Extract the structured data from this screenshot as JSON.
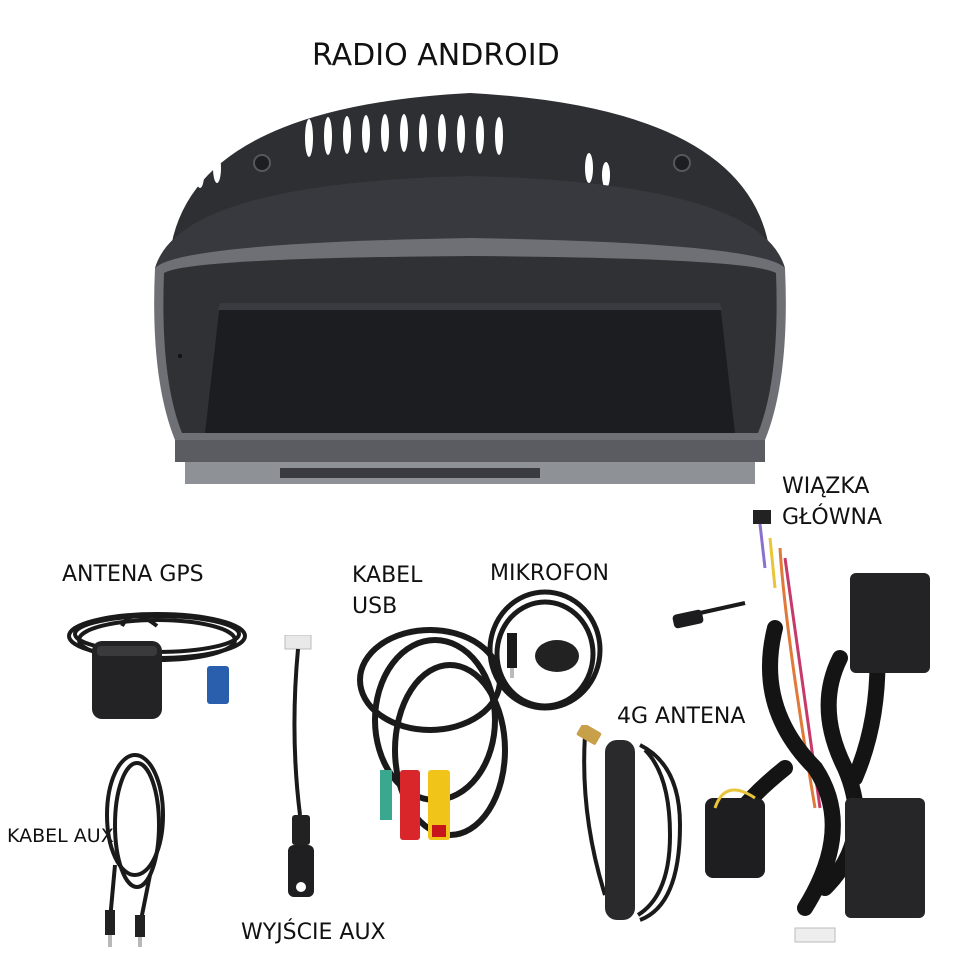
{
  "title": "RADIO ANDROID",
  "components": {
    "head_unit": {
      "label": "RADIO ANDROID"
    },
    "gps_antenna": {
      "label": "ANTENA GPS"
    },
    "usb_cable": {
      "label_line1": "KABEL",
      "label_line2": "USB"
    },
    "microphone": {
      "label": "MIKROFON"
    },
    "main_harness": {
      "label_line1": "WIĄZKA",
      "label_line2": "GŁÓWNA"
    },
    "aux_cable": {
      "label": "KABEL AUX"
    },
    "aux_output": {
      "label": "WYJŚCIE AUX"
    },
    "lte_antenna": {
      "label": "4G ANTENA"
    }
  },
  "colors": {
    "background": "#ffffff",
    "text": "#111111",
    "unit_dark": "#2b2c30",
    "screen": "#1c1d21",
    "bezel": "#6e7075",
    "gps_connector": "#2a5fae",
    "usb_red": "#d8262b",
    "usb_yellow": "#f0c419",
    "antenna_gold": "#c9a04a",
    "harness_wire_yellow": "#e8c53a"
  }
}
